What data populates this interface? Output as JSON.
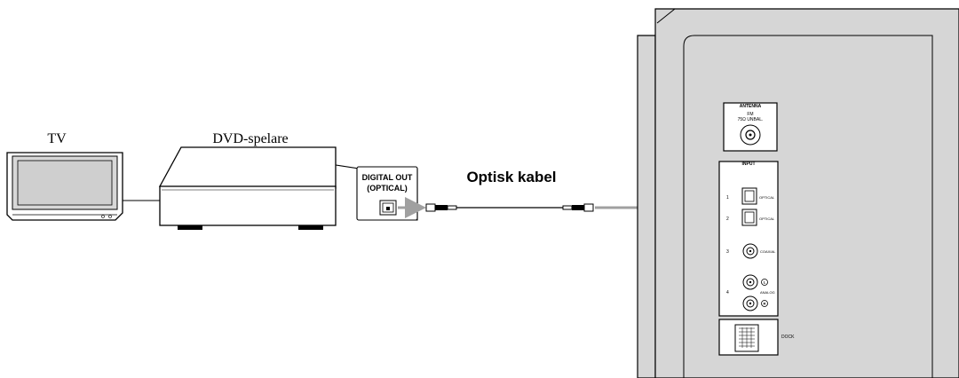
{
  "labels": {
    "tv": "TV",
    "dvd_player": "DVD-spelare",
    "cable": "Optisk kabel",
    "digital_out_line1": "DIGITAL OUT",
    "digital_out_line2": "(OPTICAL)"
  },
  "panel": {
    "antenna_title": "ANTENNA",
    "antenna_fm": "FM",
    "antenna_ohm": "75Ω UNBAL.",
    "input_title": "INPUT",
    "inputs": [
      {
        "number": "1",
        "label": "OPTICAL"
      },
      {
        "number": "2",
        "label": "OPTICAL"
      },
      {
        "number": "3",
        "label": "COAXIAL"
      },
      {
        "number": "4",
        "label": "ANALOG"
      }
    ],
    "analog_left": "L",
    "analog_right": "R",
    "dock": "DOCK"
  },
  "colors": {
    "panel_fill": "#d6d6d6",
    "line": "#000000",
    "arrow": "#a0a0a0"
  }
}
